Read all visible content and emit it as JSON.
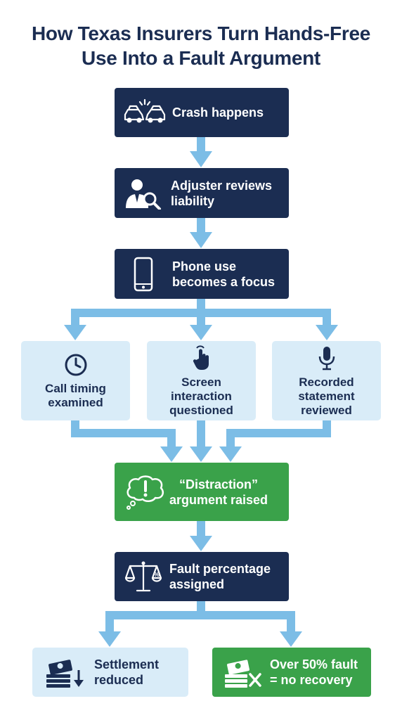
{
  "title": {
    "line1": "How Texas Insurers Turn Hands-Free",
    "line2": "Use Into a Fault Argument"
  },
  "steps": {
    "crash": {
      "line1": "Crash happens",
      "icon": "car-crash-icon"
    },
    "adjuster": {
      "line1": "Adjuster reviews",
      "line2": "liability",
      "icon": "adjuster-magnifier-icon"
    },
    "phone": {
      "line1": "Phone use",
      "line2": "becomes a focus",
      "icon": "smartphone-icon"
    },
    "call_timing": {
      "line1": "Call timing",
      "line2": "examined",
      "icon": "clock-icon"
    },
    "screen": {
      "line1": "Screen",
      "line2": "interaction",
      "line3": "questioned",
      "icon": "tap-hand-icon"
    },
    "recorded": {
      "line1": "Recorded",
      "line2": "statement",
      "line3": "reviewed",
      "icon": "microphone-icon"
    },
    "distraction": {
      "line1": "“Distraction”",
      "line2": "argument raised",
      "icon": "thought-bubble-alert-icon"
    },
    "fault": {
      "line1": "Fault percentage",
      "line2": "assigned",
      "icon": "balance-scale-icon"
    },
    "settlement": {
      "line1": "Settlement",
      "line2": "reduced",
      "icon": "money-down-icon"
    },
    "no_recovery": {
      "line1": "Over 50% fault",
      "line2": "= no recovery",
      "icon": "money-denied-icon"
    }
  },
  "colors": {
    "navy": "#1b2d52",
    "green": "#3aa24a",
    "light_blue_box": "#d9ecf8",
    "arrow_blue": "#7cbde6"
  }
}
